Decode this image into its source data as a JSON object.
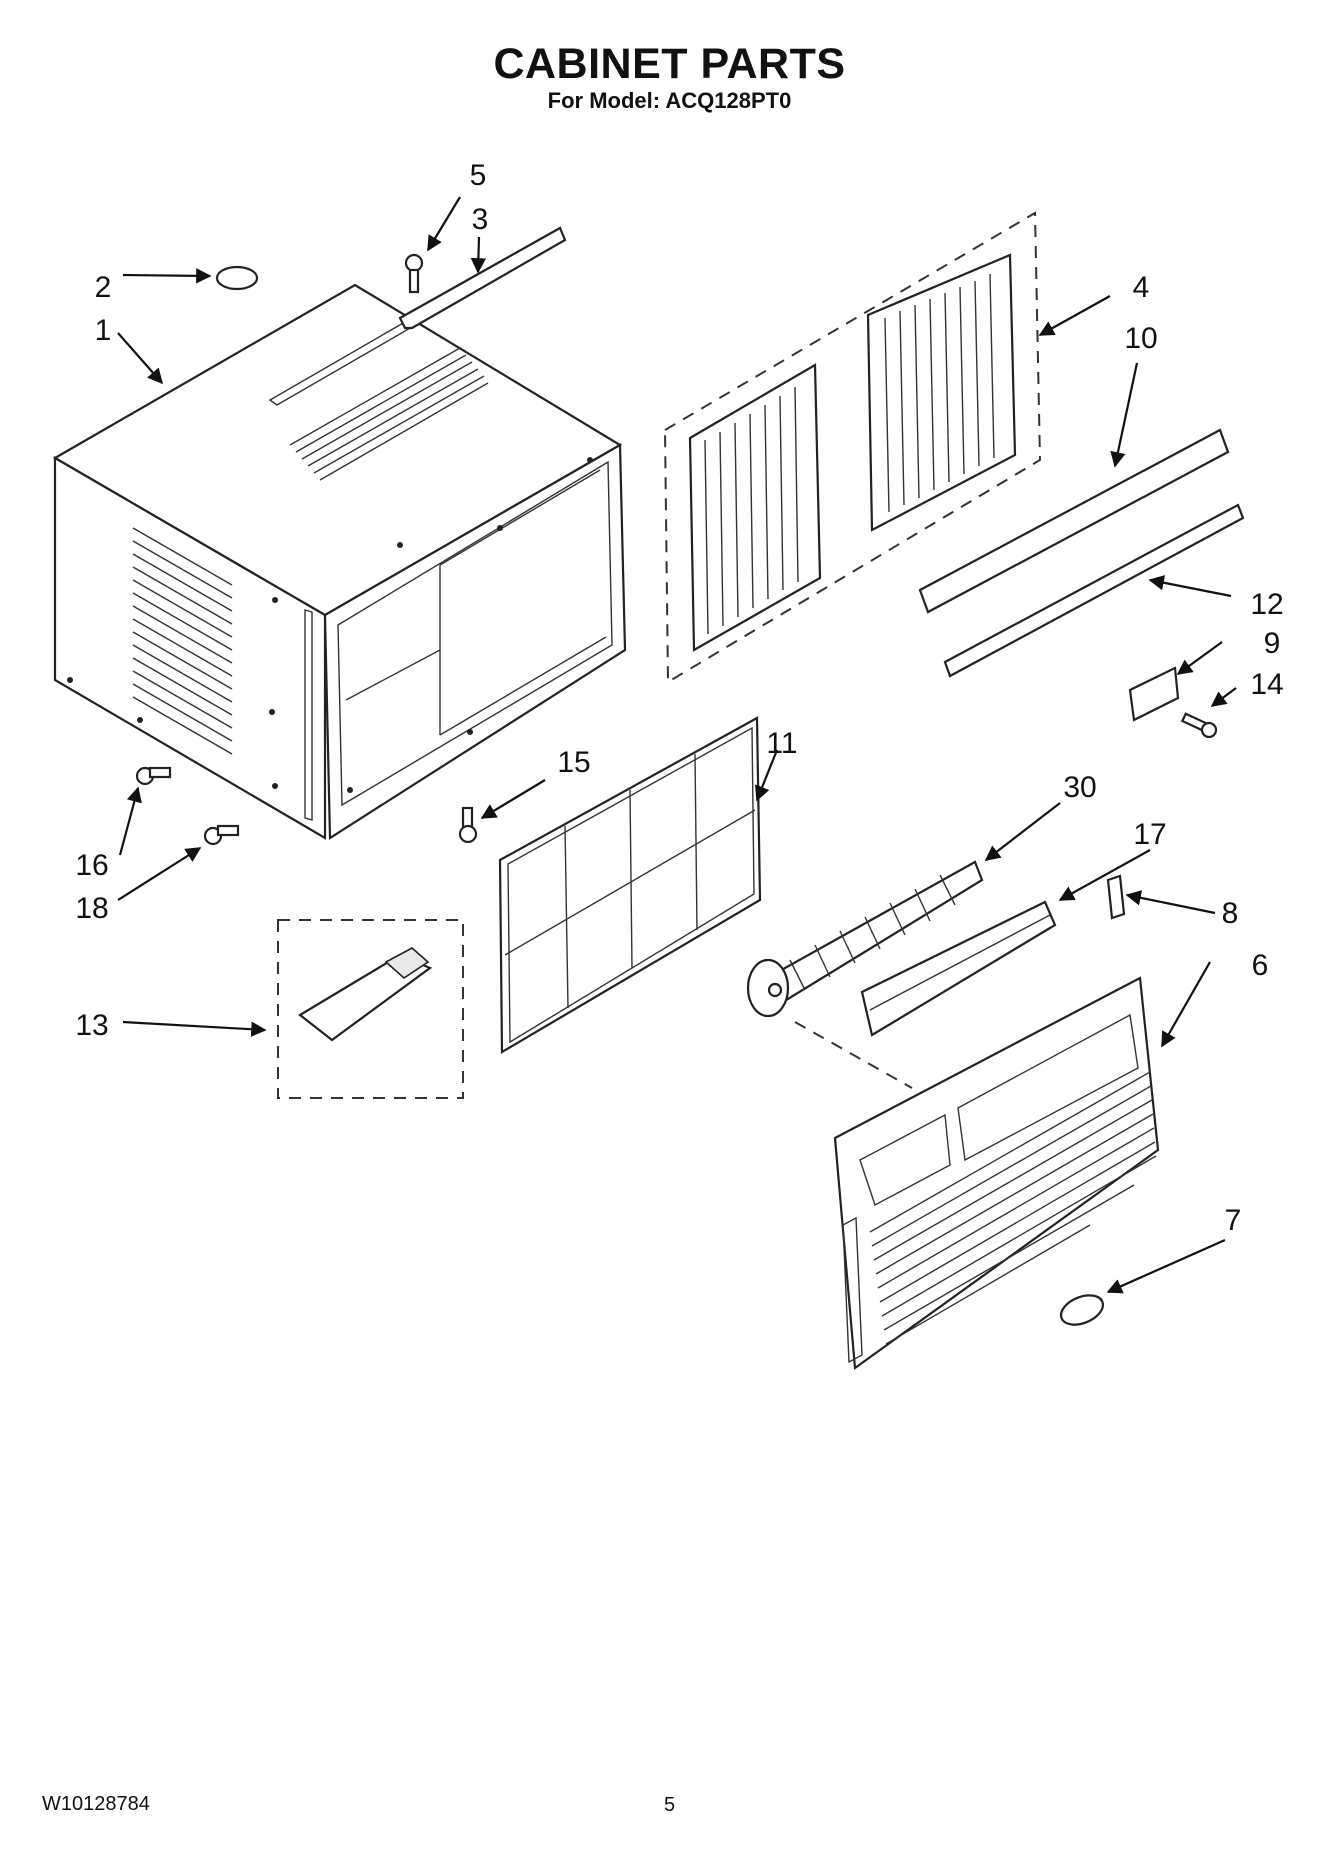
{
  "header": {
    "title": "CABINET PARTS",
    "subtitle": "For Model: ACQ128PT0"
  },
  "footer": {
    "document_number": "W10128784",
    "page_number": "5"
  },
  "callouts": {
    "c1": "1",
    "c2": "2",
    "c3": "3",
    "c4": "4",
    "c5": "5",
    "c6": "6",
    "c7": "7",
    "c8": "8",
    "c9": "9",
    "c10": "10",
    "c11": "11",
    "c12": "12",
    "c13": "13",
    "c14": "14",
    "c15": "15",
    "c16": "16",
    "c17": "17",
    "c18": "18",
    "c30": "30"
  }
}
